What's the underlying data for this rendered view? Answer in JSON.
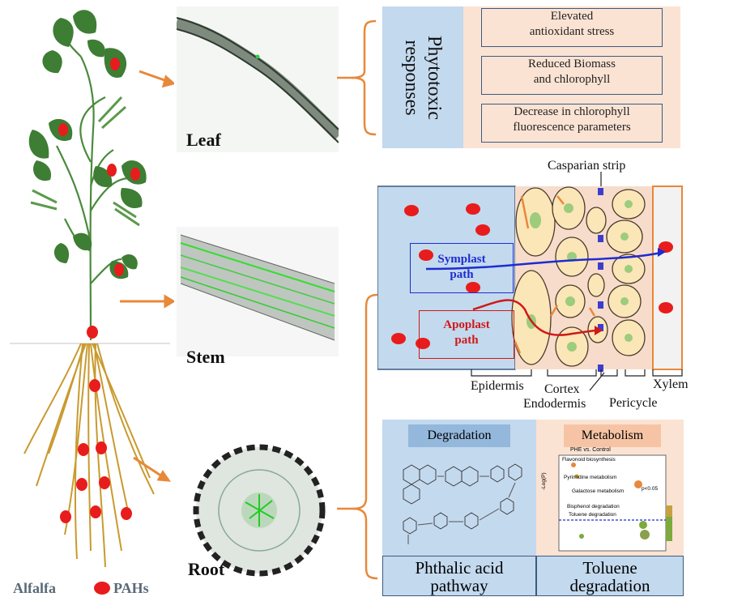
{
  "plant": {
    "legend_plant": "Alfalfa",
    "legend_pahs": "PAHs",
    "colors": {
      "leaf": "#3e7d34",
      "stem": "#4a8a3c",
      "root": "#c99a2e",
      "pah": "#e81c1c",
      "arrow": "#e8883a"
    }
  },
  "micrographs": {
    "leaf": "Leaf",
    "stem": "Stem",
    "root": "Root"
  },
  "phytotoxic": {
    "title": "Phytotoxic responses",
    "items": [
      {
        "line1": "Elevated",
        "line2": "antioxidant stress"
      },
      {
        "line1": "Reduced Biomass",
        "line2": "and chlorophyll"
      },
      {
        "line1": "Decrease in chlorophyll",
        "line2": "fluorescence parameters"
      }
    ]
  },
  "root_anatomy": {
    "casparian_strip": "Casparian strip",
    "symplast_l1": "Symplast",
    "symplast_l2": "path",
    "apoplast_l1": "Apoplast",
    "apoplast_l2": "path",
    "epidermis": "Epidermis",
    "cortex": "Cortex",
    "endodermis": "Endodermis",
    "pericycle": "Pericycle",
    "xylem": "Xylem"
  },
  "degradation": {
    "header": "Degradation",
    "footer": "Phthalic acid pathway",
    "footer_l1": "Phthalic acid",
    "footer_l2": "pathway"
  },
  "metabolism": {
    "header": "Metabolism",
    "footer_l1": "Toluene",
    "footer_l2": "degradation",
    "mini_title": "PHE vs. Control",
    "mini_labels": [
      "Flavonoid biosynthesis",
      "Pyrimidine metabolism",
      "Galactose metabolism",
      "Bisphenol degradation",
      "Toluene degradation"
    ],
    "mini_pvalue": "p<0.05",
    "mini_ylabel": "-Log(P)"
  }
}
